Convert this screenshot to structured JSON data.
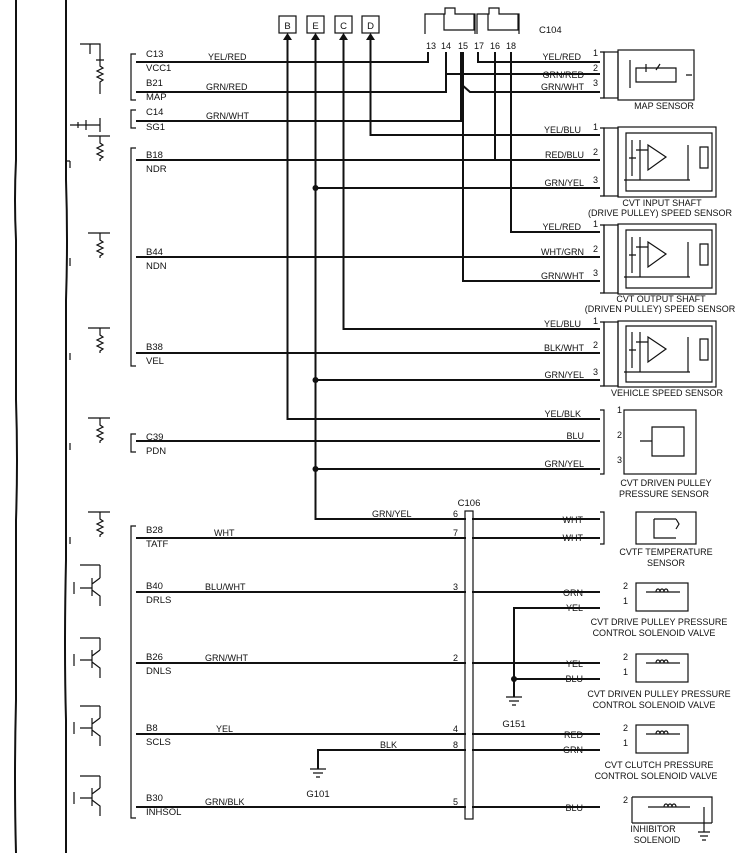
{
  "jumpers": [
    "B",
    "E",
    "C",
    "D"
  ],
  "c104": {
    "label": "C104",
    "pins": [
      "13",
      "14",
      "15",
      "17",
      "16",
      "18"
    ]
  },
  "c106": {
    "label": "C106"
  },
  "ecm": [
    {
      "code": "C13",
      "name": "VCC1"
    },
    {
      "code": "B21",
      "name": "MAP"
    },
    {
      "code": "C14",
      "name": "SG1"
    },
    {
      "code": "B18",
      "name": "NDR"
    },
    {
      "code": "B44",
      "name": "NDN"
    },
    {
      "code": "B38",
      "name": "VEL"
    },
    {
      "code": "C39",
      "name": "PDN"
    },
    {
      "code": "B28",
      "name": "TATF"
    },
    {
      "code": "B40",
      "name": "DRLS"
    },
    {
      "code": "B26",
      "name": "DNLS"
    },
    {
      "code": "B8",
      "name": "SCLS"
    },
    {
      "code": "B30",
      "name": "INHSOL"
    }
  ],
  "left_wires": [
    "YEL/RED",
    "GRN/RED",
    "GRN/WHT",
    "WHT",
    "BLU/WHT",
    "GRN/WHT",
    "YEL",
    "BLK",
    "GRN/BLK",
    "GRN/YEL"
  ],
  "c106_pins": [
    "6",
    "7",
    "3",
    "2",
    "4",
    "8",
    "5"
  ],
  "sensor_wires": [
    "YEL/RED",
    "GRN/RED",
    "GRN/WHT",
    "YEL/BLU",
    "RED/BLU",
    "GRN/YEL",
    "YEL/RED",
    "WHT/GRN",
    "GRN/WHT",
    "YEL/BLU",
    "BLK/WHT",
    "GRN/YEL",
    "YEL/BLK",
    "BLU",
    "GRN/YEL"
  ],
  "sensor_pins": [
    "1",
    "2",
    "3",
    "1",
    "2",
    "3",
    "1",
    "2",
    "3",
    "1",
    "2",
    "3",
    "1",
    "2",
    "3"
  ],
  "right_wires": [
    "WHT",
    "WHT",
    "ORN",
    "YEL",
    "YEL",
    "BLU",
    "RED",
    "GRN",
    "BLU"
  ],
  "right_pins": [
    "2",
    "1",
    "2",
    "1",
    "2",
    "1",
    "2"
  ],
  "grounds": [
    "G151",
    "G101"
  ],
  "components": [
    [
      "MAP SENSOR"
    ],
    [
      "CVT INPUT SHAFT",
      "(DRIVE PULLEY) SPEED SENSOR"
    ],
    [
      "CVT OUTPUT SHAFT",
      "(DRIVEN PULLEY) SPEED SENSOR"
    ],
    [
      "VEHICLE SPEED SENSOR"
    ],
    [
      "CVT DRIVEN PULLEY",
      "PRESSURE SENSOR"
    ],
    [
      "CVTF TEMPERATURE",
      "SENSOR"
    ],
    [
      "CVT DRIVE PULLEY PRESSURE",
      "CONTROL SOLENOID VALVE"
    ],
    [
      "CVT DRIVEN PULLEY PRESSURE",
      "CONTROL SOLENOID VALVE"
    ],
    [
      "CVT CLUTCH PRESSURE",
      "CONTROL SOLENOID VALVE"
    ],
    [
      "INHIBITOR",
      "SOLENOID"
    ]
  ]
}
